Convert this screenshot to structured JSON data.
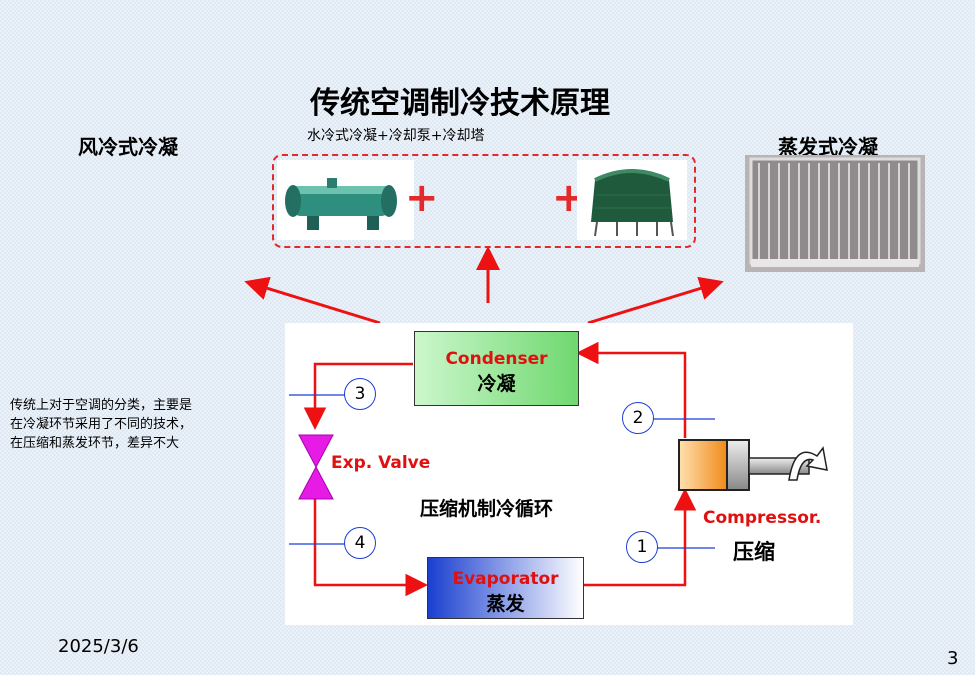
{
  "slide": {
    "title": "传统空调制冷技术原理",
    "air_cooled": "风冷式冷凝",
    "water_cooled": "水冷式冷凝+冷却泵+冷却塔",
    "evap_cooled": "蒸发式冷凝",
    "plus": "+",
    "note": "传统上对于空调的分类，主要是在冷凝环节采用了不同的技术，在压缩和蒸发环节，差异不大",
    "date": "2025/3/6",
    "page": "3"
  },
  "cycle": {
    "condenser_en": "Condenser",
    "condenser_zh": "冷凝",
    "evaporator_en": "Evaporator",
    "evaporator_zh": "蒸发",
    "valve": "Exp. Valve",
    "compressor_en": "Compressor.",
    "compressor_zh": "压缩",
    "center": "压缩机制冷循环",
    "n1": "1",
    "n2": "2",
    "n3": "3",
    "n4": "4",
    "colors": {
      "flow": "#ee1111",
      "condenser": "#7ee07e",
      "evaporator": "#2a52d8",
      "valve": "#e61be6",
      "text_red": "#e01010"
    }
  }
}
